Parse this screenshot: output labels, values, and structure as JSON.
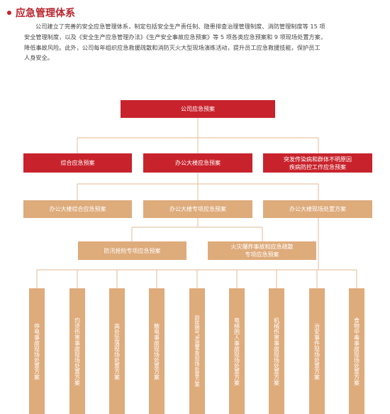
{
  "section": {
    "title": "应急管理体系",
    "paragraph_lines": [
      "公司建立了完善的安全应急管理体系，制定包括安全生产责任制、隐患排查治理管理制度、消防管理制度等 15 项",
      "安全管理制度，以及《安全生产应急管理办法》《生产安全事故应急预案》等 5 项各类应急预案和 9 项现场处置方案，",
      "降低事故风险。此外，公司每年组织应急救援疏散和消防灭火大型现场演练活动，提升员工应急救援技能，保护员工",
      "人身安全。"
    ]
  },
  "org_chart": {
    "root": "公司应急预案",
    "level1": [
      "综合应急预案",
      "办公大楼应急预案",
      [
        "突发传染病和群体不明原因",
        "疾病防控工作应急预案"
      ]
    ],
    "level2": [
      "办公大楼综合应急预案",
      "办公大楼专项应急预案",
      "办公大楼现场处置方案"
    ],
    "level3": [
      "防汛抢险专项应急预案",
      [
        "火灾爆炸事故和应急疏散",
        "专项应急预案"
      ]
    ],
    "level4": [
      "停电事故现场处置方案",
      "灼烫伤害事故现场处置方案",
      "高处坠落现场处置方案",
      "触电事故现场处置方案",
      "厨房燃气泄漏事故现场处置方案",
      "电梯困人事故现场处置方案",
      "机械伤害事故现场处置方案",
      "治安事件现场处置方案",
      "食物中毒事故现场处置方案"
    ]
  },
  "colors": {
    "accent": "#c8232c",
    "secondary": "#deab7b",
    "line": "#e8c6a6"
  }
}
